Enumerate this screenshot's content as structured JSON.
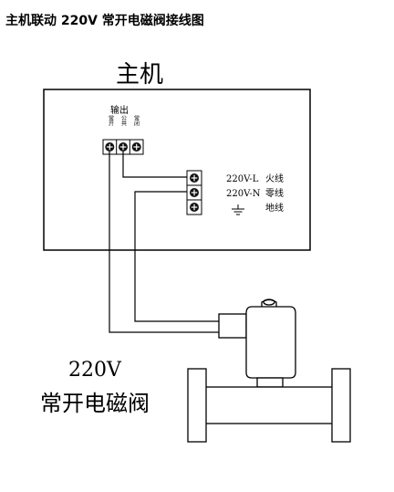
{
  "title": "主机联动 220V 常开电磁阀接线图",
  "host": {
    "label": "主机",
    "output_label": "输出",
    "terminals": [
      "常开",
      "公共",
      "常闭"
    ]
  },
  "mains": {
    "rows": [
      {
        "code": "220V-L",
        "name": "火线"
      },
      {
        "code": "220V-N",
        "name": "零线"
      },
      {
        "code": "",
        "name": "地线"
      }
    ]
  },
  "valve": {
    "voltage": "220V",
    "name": "常开电磁阀"
  },
  "colors": {
    "line": "#000000",
    "terminal": "#111111",
    "background": "#ffffff"
  }
}
